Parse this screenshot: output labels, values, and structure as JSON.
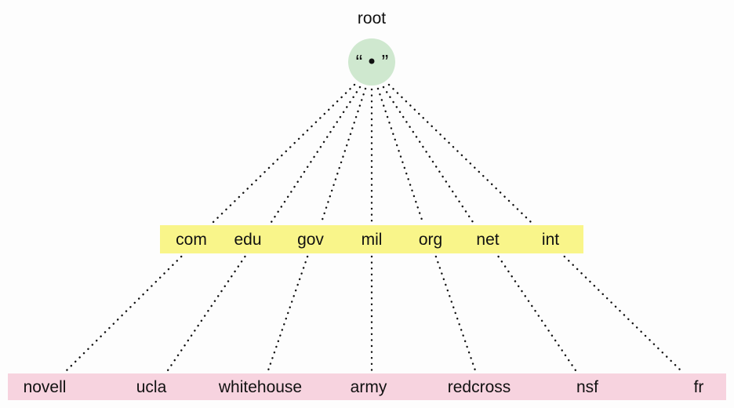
{
  "root": {
    "label": "root",
    "symbol_open": "“",
    "symbol_close": "”",
    "color": "#cfe8cf"
  },
  "tld_band_color": "#f9f58a",
  "leaf_band_color": "#f7d3df",
  "tlds": [
    {
      "label": "com"
    },
    {
      "label": "edu"
    },
    {
      "label": "gov"
    },
    {
      "label": "mil"
    },
    {
      "label": "org"
    },
    {
      "label": "net"
    },
    {
      "label": "int"
    }
  ],
  "leaves": [
    {
      "label": "novell"
    },
    {
      "label": "ucla"
    },
    {
      "label": "whitehouse"
    },
    {
      "label": "army"
    },
    {
      "label": "redcross"
    },
    {
      "label": "nsf"
    },
    {
      "label": "fr"
    }
  ]
}
